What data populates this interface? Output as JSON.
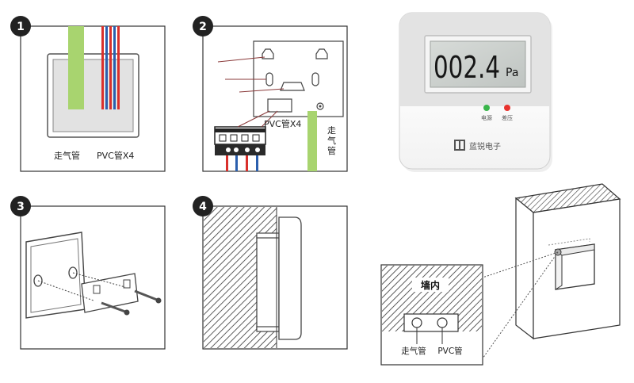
{
  "steps": {
    "s1": {
      "badge": "1",
      "label_air": "走气管",
      "label_pvc": "PVC管X4"
    },
    "s2": {
      "badge": "2",
      "label_pvc": "PVC管X4",
      "label_air": "走气管"
    },
    "s3": {
      "badge": "3"
    },
    "s4": {
      "badge": "4"
    }
  },
  "device": {
    "reading_digits": "002.4",
    "unit": "Pa",
    "led_power_label": "电源",
    "led_diff_label": "差压",
    "brand": "蓝锐电子",
    "colors": {
      "power": "#39b54a",
      "alarm": "#e8322d"
    }
  },
  "wall_detail": {
    "inside_label": "墙内",
    "label_air": "走气管",
    "label_pvc": "PVC管"
  },
  "colors": {
    "tube_green": "#a8d46f",
    "wire_red": "#d9302c",
    "wire_blue": "#2b5fae"
  }
}
